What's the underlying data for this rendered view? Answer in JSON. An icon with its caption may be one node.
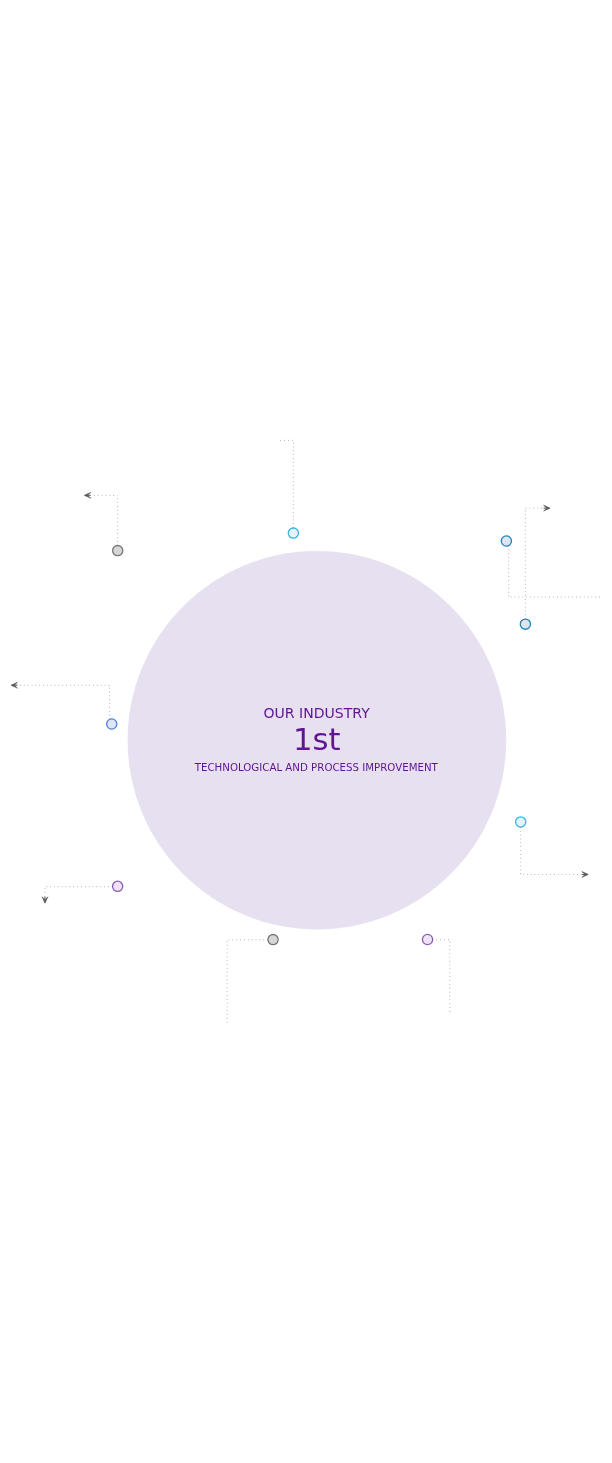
{
  "diagram": {
    "nodes": [
      {
        "text": [
          "OUR INDUSTRY",
          "1st",
          "TECHNOLOGICAL AND PROCESS IMPROVEMENT"
        ]
      },
      {
        "text": [],
        "shape": "circle"
      },
      {
        "text": [],
        "shape": "circle"
      },
      {
        "text": [],
        "shape": "circle"
      },
      {
        "text": [],
        "shape": "circle"
      },
      {
        "text": [],
        "shape": "circle"
      },
      {
        "text": [],
        "shape": "circle"
      },
      {
        "text": [],
        "shape": "circle"
      },
      {
        "text": [],
        "shape": "circle"
      },
      {
        "text": [],
        "shape": "circle"
      }
    ],
    "edges": [
      {
        "from": 1,
        "to": null,
        "arrow": "none"
      },
      {
        "from": 2,
        "to": null,
        "arrow": "to"
      },
      {
        "from": 3,
        "to": null,
        "arrow": "none"
      },
      {
        "from": 4,
        "to": null,
        "arrow": "to"
      },
      {
        "from": 5,
        "to": null,
        "arrow": "none"
      },
      {
        "from": 6,
        "to": null,
        "arrow": "none"
      },
      {
        "from": 7,
        "to": null,
        "arrow": "to"
      },
      {
        "from": 8,
        "to": null,
        "arrow": "to"
      },
      {
        "from": 9,
        "to": null,
        "arrow": "to"
      }
    ]
  }
}
